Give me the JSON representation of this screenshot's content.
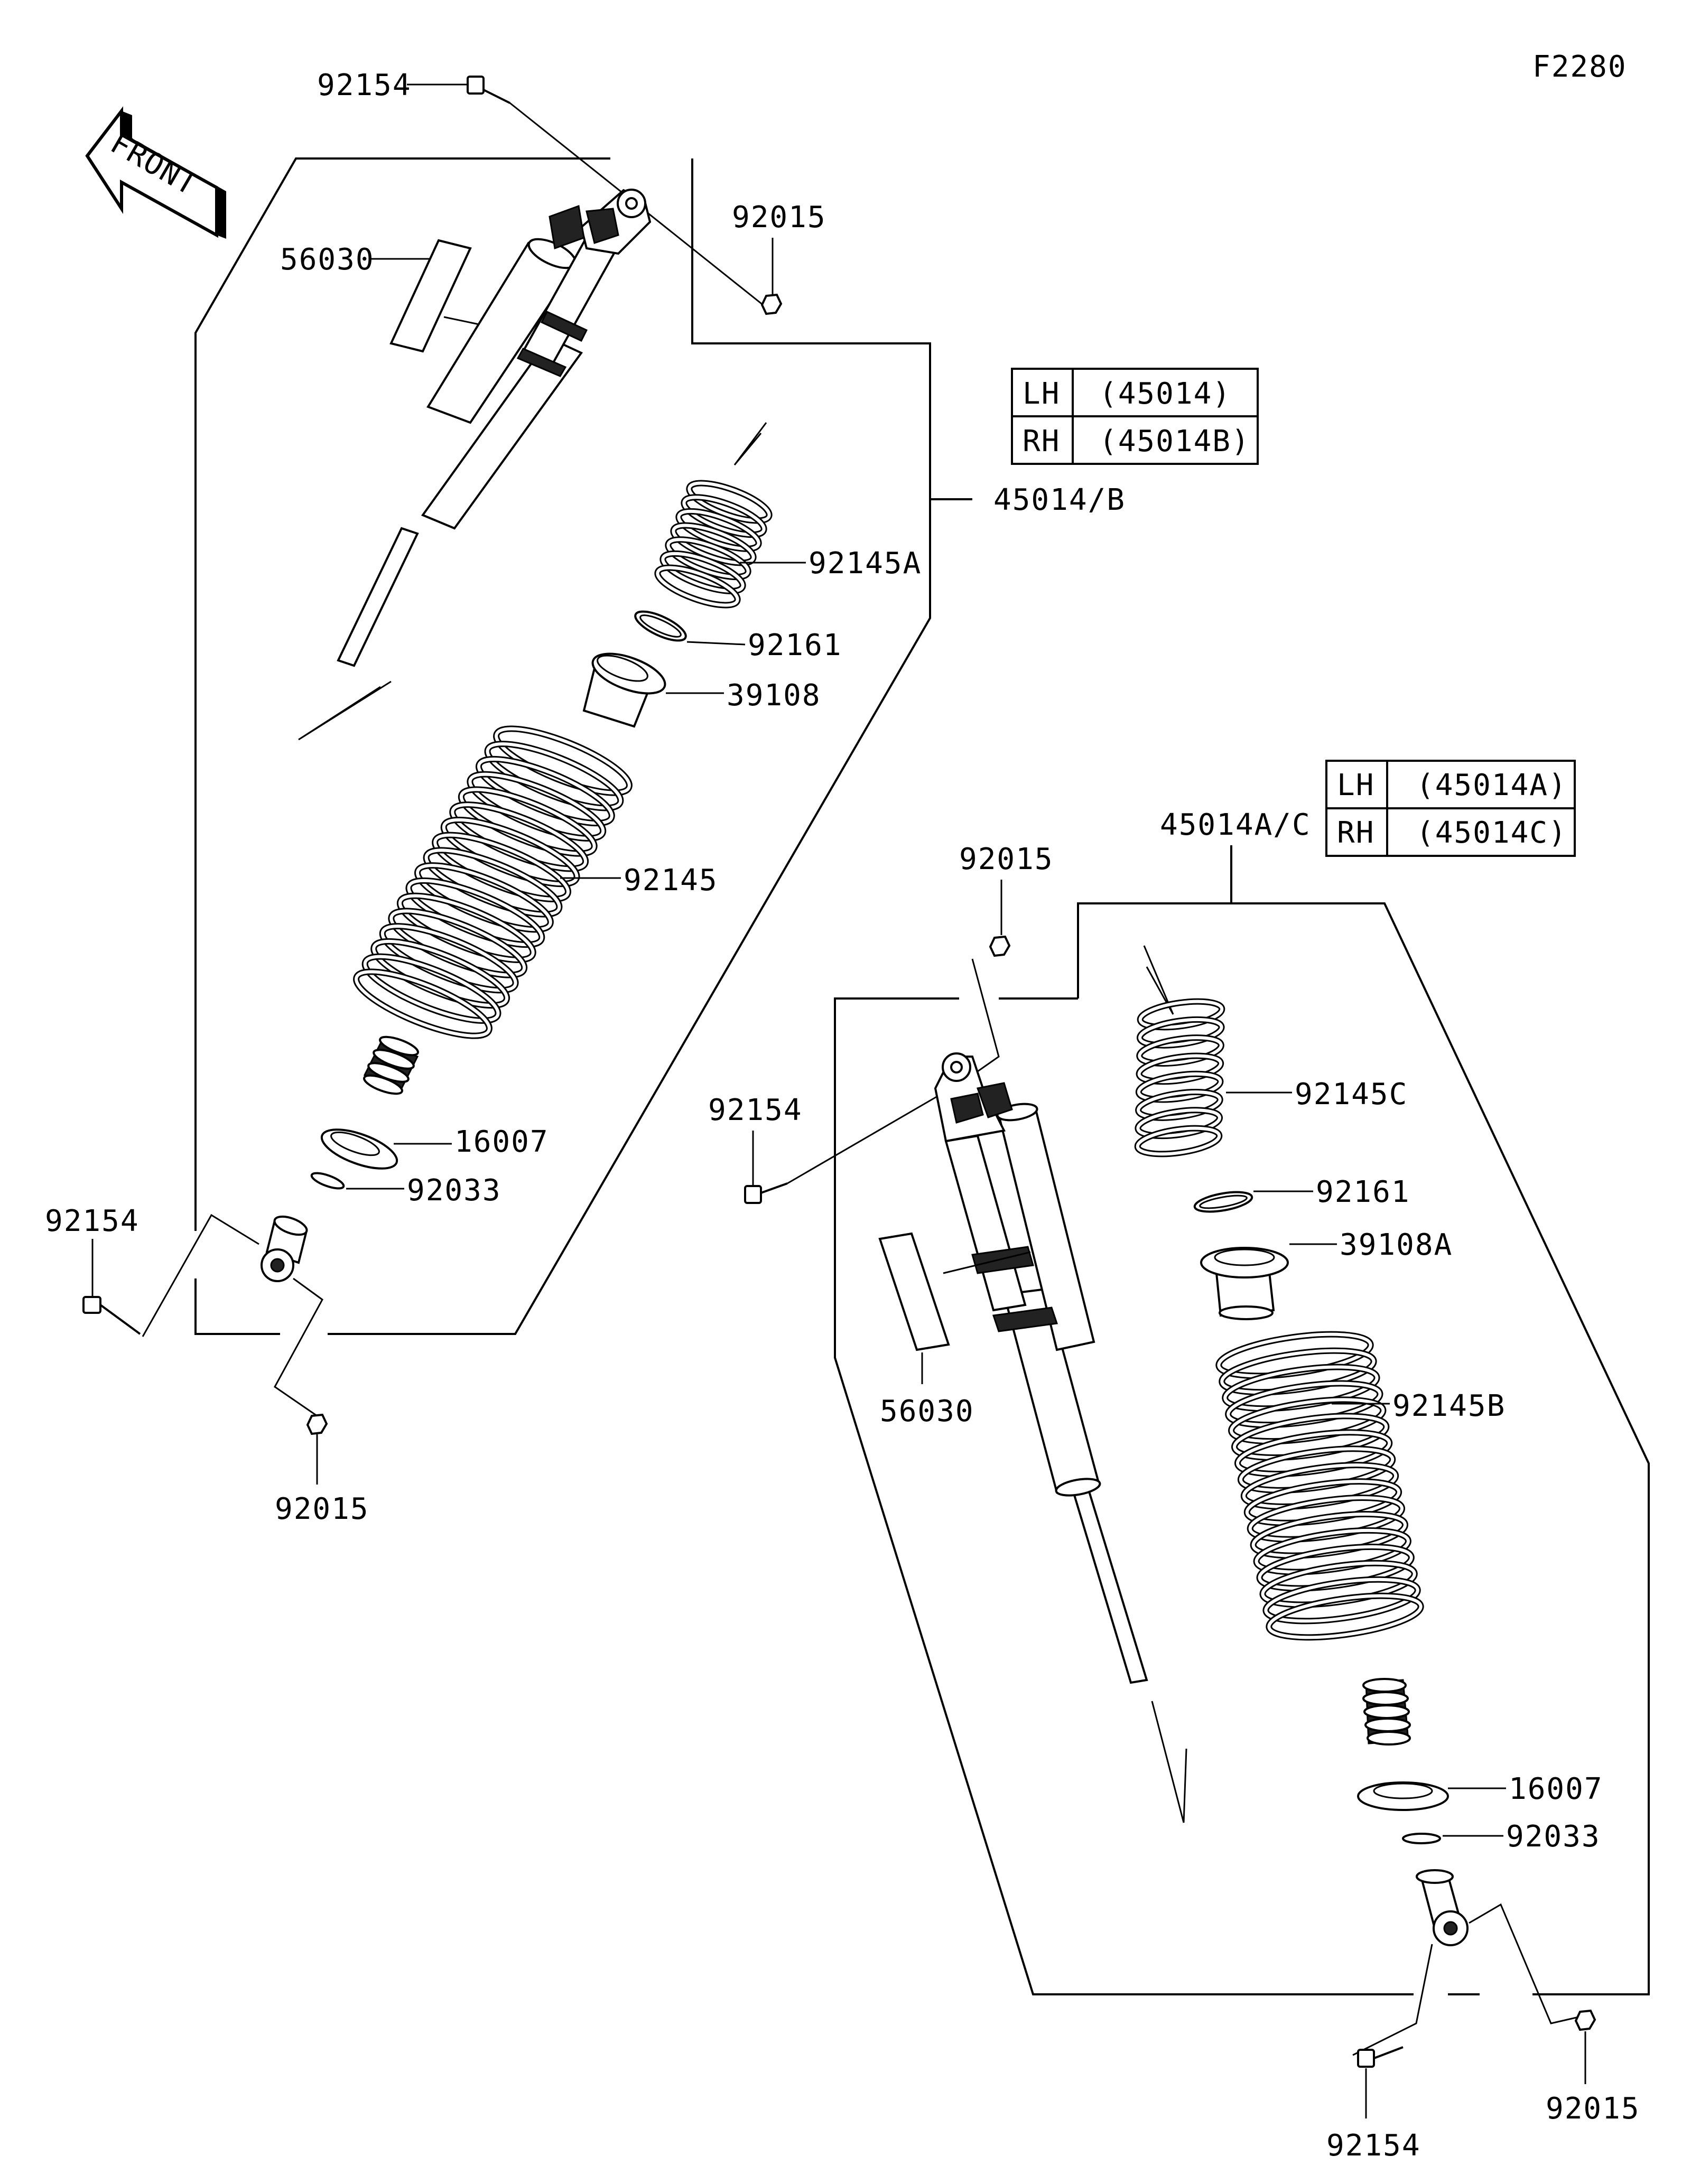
{
  "diagram_code": "F2280",
  "front_label": "FRONT",
  "assembly_left": {
    "callout": "45014/B",
    "table": [
      {
        "side": "LH",
        "part": "(45014)"
      },
      {
        "side": "RH",
        "part": "(45014B)"
      }
    ]
  },
  "assembly_right": {
    "callout": "45014A/C",
    "table": [
      {
        "side": "LH",
        "part": "(45014A)"
      },
      {
        "side": "RH",
        "part": "(45014C)"
      }
    ]
  },
  "labels_left": {
    "bolt_top": "92154",
    "nut_top": "92015",
    "label_sticker": "56030",
    "spring_upper": "92145A",
    "ring": "92161",
    "seat": "39108",
    "spring_main": "92145",
    "bump_stop": "16007",
    "clip": "92033",
    "bolt_bottom": "92154",
    "nut_bottom": "92015"
  },
  "labels_right": {
    "nut_top": "92015",
    "bolt_top": "92154",
    "spring_upper": "92145C",
    "ring": "92161",
    "seat": "39108A",
    "label_sticker": "56030",
    "spring_main": "92145B",
    "bump_stop": "16007",
    "clip": "92033",
    "bolt_bottom": "92154",
    "nut_bottom": "92015"
  }
}
